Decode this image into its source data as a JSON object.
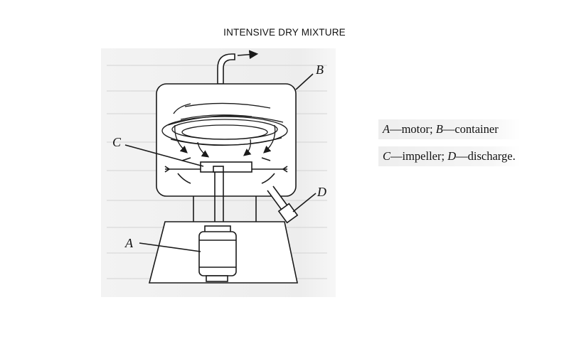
{
  "title": "INTENSIVE DRY MIXTURE",
  "labels": {
    "a": "A",
    "b": "B",
    "c": "C",
    "d": "D"
  },
  "legend": [
    {
      "letter1": "A",
      "text1": "—motor; ",
      "letter2": "B",
      "text2": "—container"
    },
    {
      "letter1": "C",
      "text1": "—impeller; ",
      "letter2": "D",
      "text2": "—discharge."
    }
  ],
  "colors": {
    "ink": "#1a1a1a",
    "scan_background": "#f1f1f1"
  }
}
